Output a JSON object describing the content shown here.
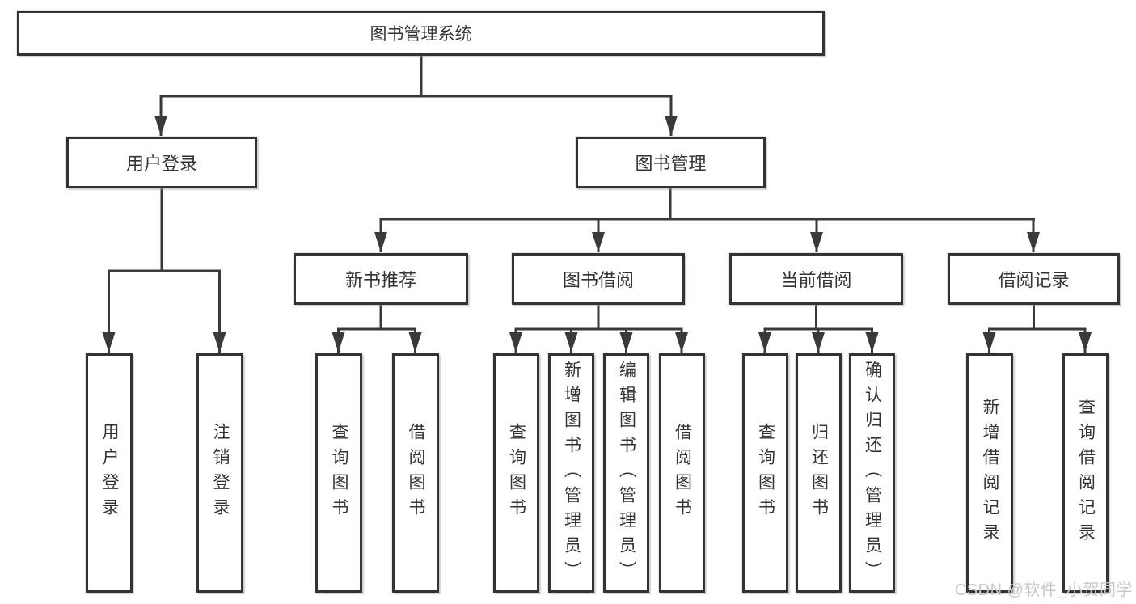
{
  "diagram": {
    "root": {
      "label": "图书管理系统"
    },
    "level2": [
      {
        "label": "用户登录"
      },
      {
        "label": "图书管理"
      }
    ],
    "level3": [
      {
        "label": "新书推荐"
      },
      {
        "label": "图书借阅"
      },
      {
        "label": "当前借阅"
      },
      {
        "label": "借阅记录"
      }
    ],
    "leaves": {
      "user": [
        "用户登录",
        "注销登录"
      ],
      "newbook": [
        "查询图书",
        "借阅图书"
      ],
      "borrow": [
        "查询图书",
        "新增图书（管理员）",
        "编辑图书（管理员）",
        "借阅图书"
      ],
      "current": [
        "查询图书",
        "归还图书",
        "确认归还（管理员）"
      ],
      "records": [
        "新增借阅记录",
        "查询借阅记录"
      ]
    }
  },
  "watermark": {
    "text": "CSDN @软件_小贺同学"
  },
  "colors": {
    "line": "#3a3a3a",
    "box_border": "#333333",
    "text": "#333333",
    "watermark": "#c6c6cc",
    "background": "#ffffff"
  }
}
